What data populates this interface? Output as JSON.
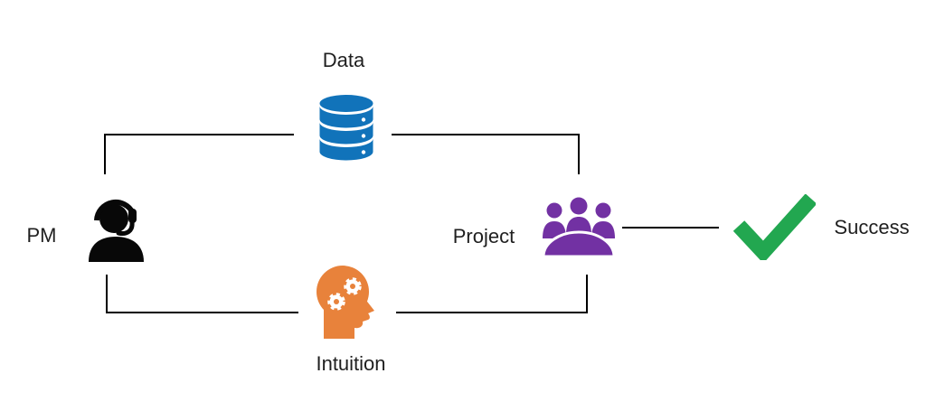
{
  "diagram": {
    "nodes": {
      "pm": {
        "label": "PM"
      },
      "data": {
        "label": "Data"
      },
      "intuition": {
        "label": "Intuition"
      },
      "project": {
        "label": "Project"
      },
      "success": {
        "label": "Success"
      }
    },
    "colors": {
      "data_blue": "#1173BA",
      "intuition_orange": "#E8823B",
      "project_purple": "#7231A3",
      "success_green": "#22A750",
      "icon_black": "#080808",
      "connector_black": "#000000"
    }
  }
}
